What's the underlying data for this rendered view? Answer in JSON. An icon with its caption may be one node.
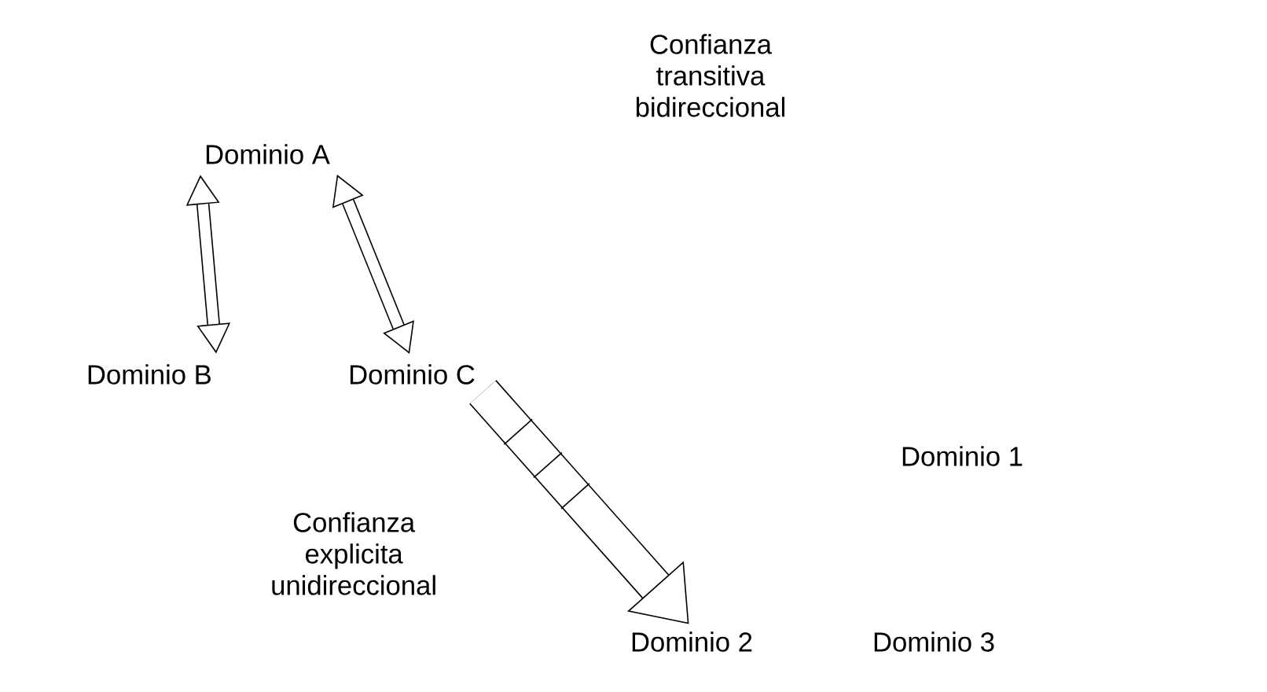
{
  "diagram": {
    "nodes": [
      {
        "text": [
          "Dominio A"
        ]
      },
      {
        "text": [
          "Dominio B"
        ]
      },
      {
        "text": [
          "Dominio C"
        ]
      },
      {
        "text": [
          "Dominio 1"
        ]
      },
      {
        "text": [
          "Dominio 2"
        ]
      },
      {
        "text": [
          "Dominio 3"
        ]
      }
    ],
    "edges": [
      {
        "from": 0,
        "to": 1,
        "arrow": "both"
      },
      {
        "from": 0,
        "to": 2,
        "arrow": "both"
      },
      {
        "from": 2,
        "to": 4,
        "arrow": "to",
        "style": "thick"
      }
    ],
    "labels": [
      "Confianza transitiva bidireccional",
      "Confianza explicita unidireccional"
    ]
  }
}
